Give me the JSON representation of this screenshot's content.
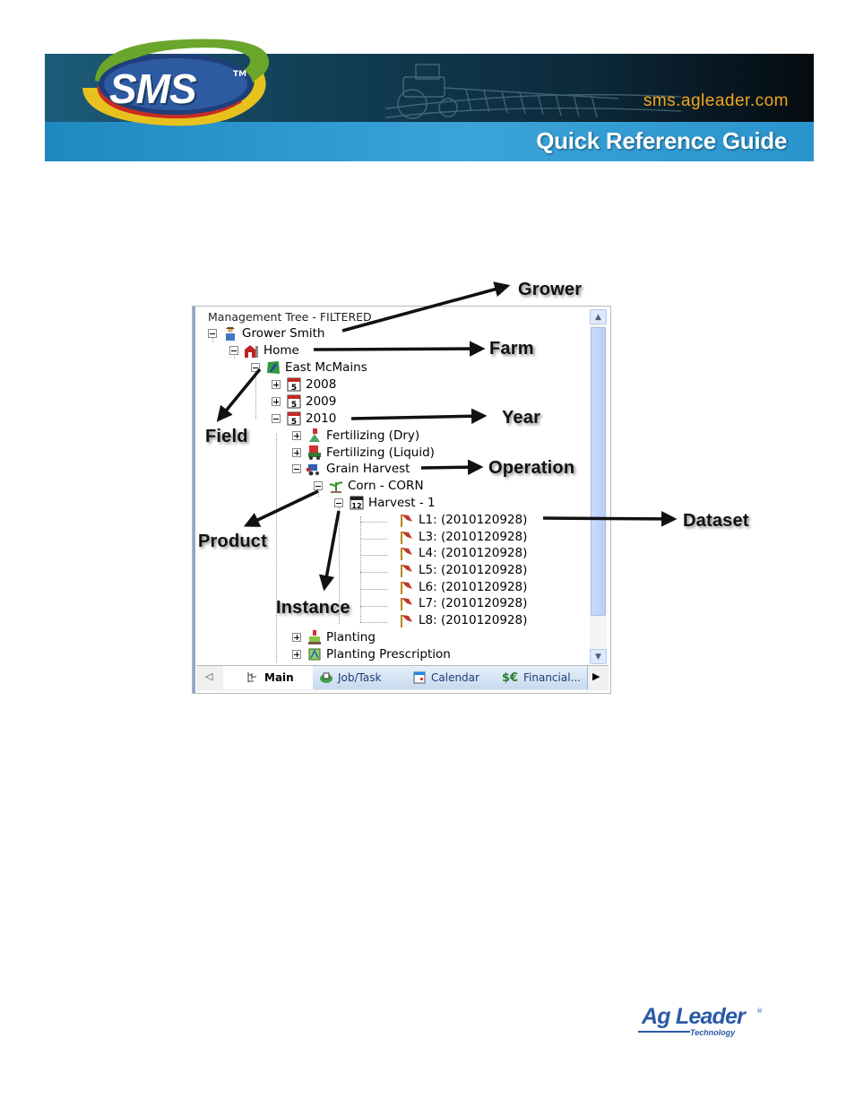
{
  "banner": {
    "logo_text": "SMS",
    "logo_tm": "TM",
    "url": "sms.agleader.com",
    "title": "Quick Reference Guide"
  },
  "tree": {
    "header": "Management Tree - FILTERED",
    "nodes": [
      {
        "label": "Grower Smith",
        "icon": "grower-icon",
        "expander": "minus"
      },
      {
        "label": "Home",
        "icon": "farm-barn-icon",
        "expander": "minus"
      },
      {
        "label": "East McMains",
        "icon": "field-icon",
        "expander": "minus"
      },
      {
        "label": "2008",
        "icon": "calendar-5-icon",
        "expander": "plus"
      },
      {
        "label": "2009",
        "icon": "calendar-5-icon",
        "expander": "plus"
      },
      {
        "label": "2010",
        "icon": "calendar-5-icon",
        "expander": "minus"
      },
      {
        "label": "Fertilizing (Dry)",
        "icon": "fertilizing-dry-icon",
        "expander": "plus"
      },
      {
        "label": "Fertilizing (Liquid)",
        "icon": "fertilizing-liquid-icon",
        "expander": "plus"
      },
      {
        "label": "Grain Harvest",
        "icon": "combine-icon",
        "expander": "minus"
      },
      {
        "label": "Corn - CORN",
        "icon": "corn-plant-icon",
        "expander": "minus"
      },
      {
        "label": "Harvest - 1",
        "icon": "calendar-12-icon",
        "expander": "minus"
      },
      {
        "label": "L1: (2010120928)",
        "icon": "dataset-flag-icon"
      },
      {
        "label": "L3: (2010120928)",
        "icon": "dataset-flag-icon"
      },
      {
        "label": "L4: (2010120928)",
        "icon": "dataset-flag-icon"
      },
      {
        "label": "L5: (2010120928)",
        "icon": "dataset-flag-icon"
      },
      {
        "label": "L6: (2010120928)",
        "icon": "dataset-flag-icon"
      },
      {
        "label": "L7: (2010120928)",
        "icon": "dataset-flag-icon"
      },
      {
        "label": "L8: (2010120928)",
        "icon": "dataset-flag-icon"
      },
      {
        "label": "Planting",
        "icon": "planting-icon",
        "expander": "plus"
      },
      {
        "label": "Planting Prescription",
        "icon": "planting-prescription-icon",
        "expander": "plus"
      }
    ]
  },
  "tabs": [
    {
      "label": "Main",
      "icon": "tree-structure-icon",
      "active": true
    },
    {
      "label": "Job/Task",
      "icon": "job-task-icon",
      "active": false
    },
    {
      "label": "Calendar",
      "icon": "calendar-grid-icon",
      "active": false
    },
    {
      "label": "Financial...",
      "icon": "currency-icon",
      "active": false
    }
  ],
  "annotations": {
    "grower": "Grower",
    "farm": "Farm",
    "field": "Field",
    "year": "Year",
    "operation": "Operation",
    "product": "Product",
    "instance": "Instance",
    "dataset": "Dataset"
  },
  "footer": {
    "brand": "Ag Leader",
    "reg": "®",
    "sub": "Technology"
  },
  "colors": {
    "banner_dark": "#123f56",
    "banner_blue": "#3aa3d8",
    "url_orange": "#f2a51e",
    "brand_blue": "#2a5aa6"
  }
}
